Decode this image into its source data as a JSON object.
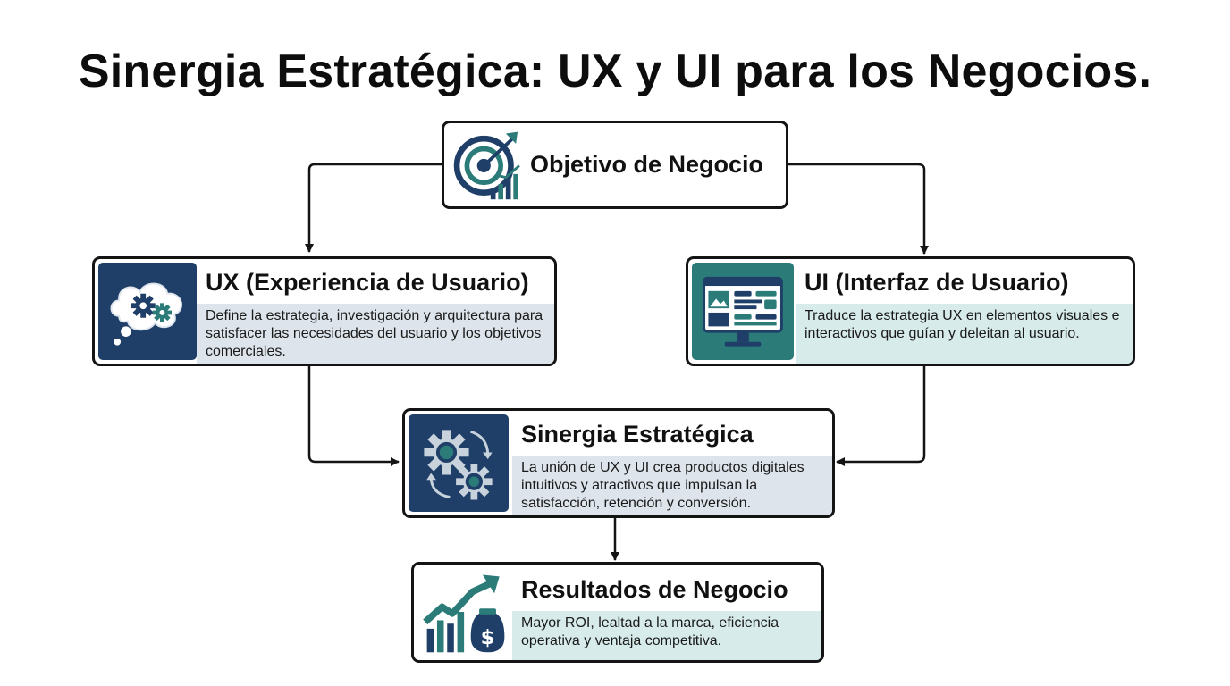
{
  "title": "Sinergia Estratégica: UX y UI para los Negocios.",
  "nodes": {
    "objetivo": {
      "title": "Objetivo de Negocio",
      "icon": "target-growth-icon"
    },
    "ux": {
      "title": "UX (Experiencia de Usuario)",
      "desc": "Define la estrategia, investigación y arquitectura para satisfacer las necesidades del usuario y los objetivos comerciales.",
      "icon": "thought-gears-icon"
    },
    "ui": {
      "title": "UI (Interfaz de Usuario)",
      "desc": "Traduce la estrategia UX en elementos visuales e interactivos que guían y deleitan al usuario.",
      "icon": "monitor-interface-icon"
    },
    "sinergia": {
      "title": "Sinergia Estratégica",
      "desc": "La unión de UX y UI crea productos digitales intuitivos y atractivos que impulsan la satisfacción, retención y conversión.",
      "icon": "gears-cycle-icon"
    },
    "resultados": {
      "title": "Resultados de Negocio",
      "desc": "Mayor ROI, lealtad a la marca, eficiencia operativa y ventaja competitiva.",
      "icon": "growth-money-icon"
    }
  },
  "colors": {
    "navy": "#1f3f68",
    "teal": "#2b7b79",
    "ux_desc_bg": "#dde4ec",
    "ui_desc_bg": "#d6ebea",
    "sinergia_desc_bg": "#dde4ec",
    "resultados_desc_bg": "#d6ebea",
    "border": "#141414"
  }
}
